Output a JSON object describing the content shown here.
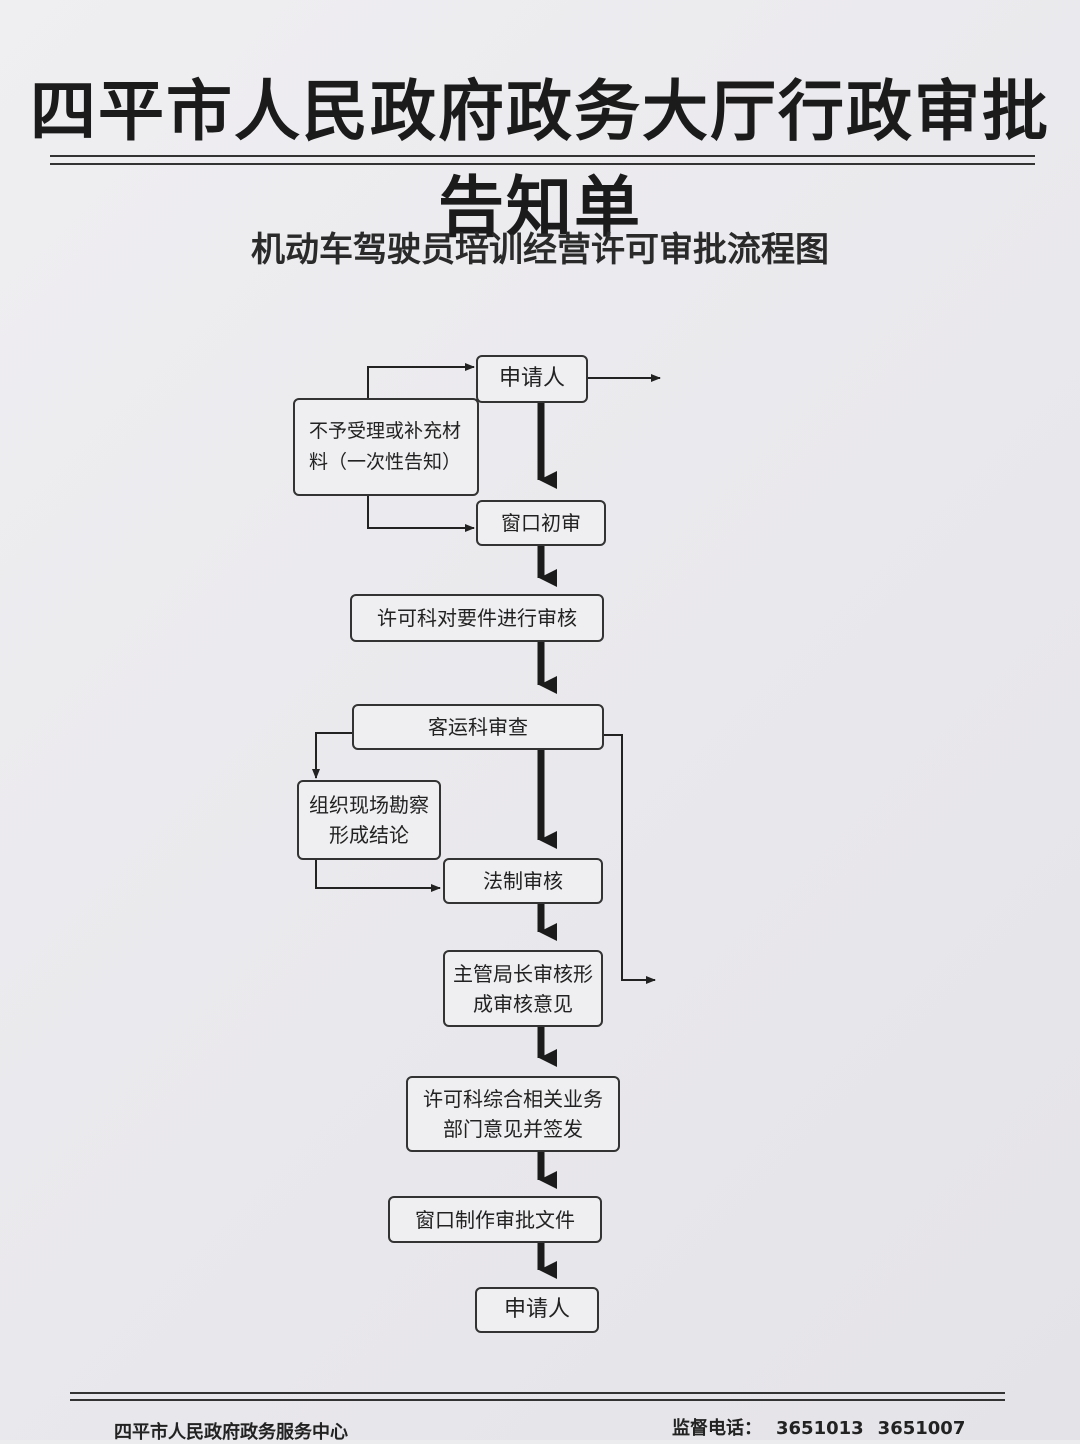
{
  "header": {
    "title": "四平市人民政府政务大厅行政审批告知单",
    "subtitle": "机动车驾驶员培训经营许可审批流程图"
  },
  "flow": {
    "applicant_top": "申请人",
    "reject_note": "不予受理或补充材料（一次性告知）",
    "window_review": "窗口初审",
    "permit_review": "许可科对要件进行审核",
    "transport_review": "客运科审查",
    "site_survey": "组织现场勘察形成结论",
    "legal_review": "法制审核",
    "director_review": "主管局长审核形成审核意见",
    "permit_sign": "许可科综合相关业务部门意见并签发",
    "window_make": "窗口制作审批文件",
    "applicant_bottom": "申请人"
  },
  "footer": {
    "center_name": "四平市人民政府政务服务中心",
    "supervise_label": "监督电话：",
    "phone_1": "3651013",
    "phone_2": "3651007"
  }
}
